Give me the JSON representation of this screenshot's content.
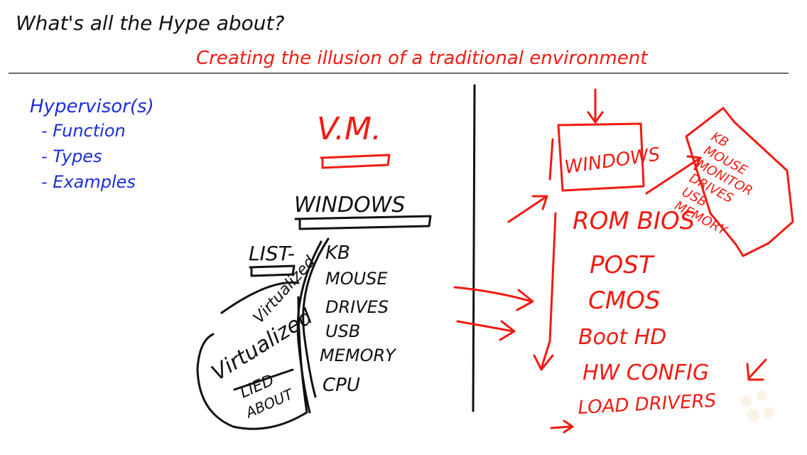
{
  "header": {
    "title": "What's all the Hype about?",
    "subtitle": "Creating the illusion of a traditional environment"
  },
  "topics": {
    "heading": "Hypervisor(s)",
    "items": [
      "- Function",
      "- Types",
      "- Examples"
    ]
  },
  "vm_diagram": {
    "vm_label": "V.M.",
    "os_label": "WINDOWS",
    "list_label": "LIST-",
    "hardware": [
      "KB",
      "MOUSE",
      "DRIVES",
      "USB",
      "MEMORY",
      "CPU"
    ],
    "virtualized_label": "Virtualized",
    "rotated_label": "Virtualized",
    "lied_label": "LIED",
    "about_label": "ABOUT"
  },
  "boot_diagram": {
    "os_label": "WINDOWS",
    "devices": [
      "KB",
      "MOUSE",
      "MONITOR",
      "DRIVES",
      "USB",
      "MEMORY"
    ],
    "steps": [
      "ROM BIOS",
      "POST",
      "CMOS",
      "Boot HD",
      "HW CONFIG",
      "LOAD DRIVERS"
    ]
  },
  "colors": {
    "black_ink": "#111111",
    "blue_ink": "#1c2fd6",
    "red_ink": "#f01b12",
    "background": "#ffffff"
  }
}
